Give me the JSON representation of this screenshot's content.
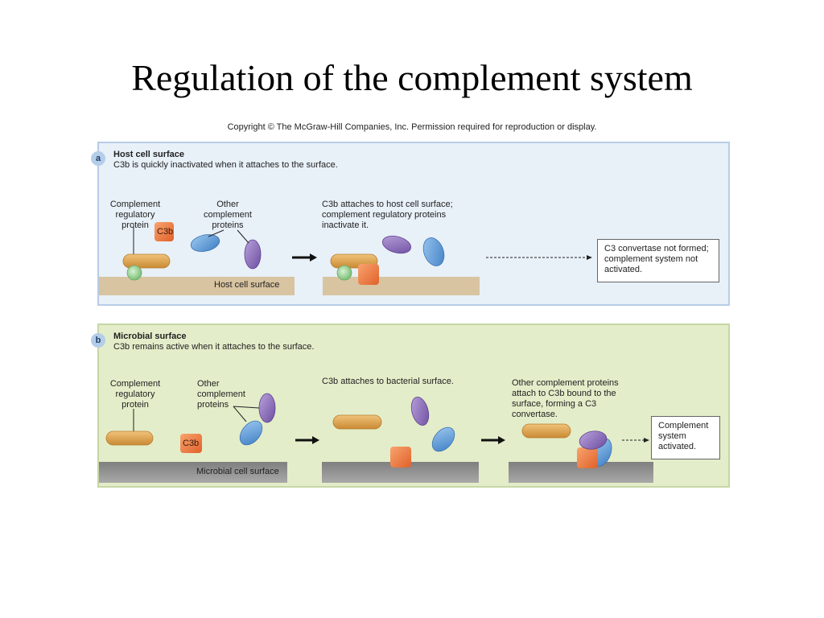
{
  "title": "Regulation of the complement system",
  "copyright": "Copyright © The McGraw-Hill Companies, Inc. Permission required for reproduction or display.",
  "panel_a": {
    "badge": "a",
    "heading": "Host cell surface",
    "subheading": "C3b is quickly inactivated when it attaches to the surface.",
    "label_crp": "Complement regulatory protein",
    "label_c3b": "C3b",
    "label_other": "Other complement proteins",
    "step2_text": "C3b attaches to host cell surface; complement regulatory proteins inactivate it.",
    "result": "C3 convertase not formed; complement system not activated.",
    "surface_label": "Host cell surface",
    "colors": {
      "background": "#e8f0f8",
      "surface": "#d8c4a0"
    }
  },
  "panel_b": {
    "badge": "b",
    "heading": "Microbial surface",
    "subheading": "C3b remains active when it attaches to the surface.",
    "label_crp": "Complement regulatory protein",
    "label_c3b": "C3b",
    "label_other": "Other complement proteins",
    "step2_text": "C3b attaches to bacterial surface.",
    "step3_text": "Other complement proteins attach to C3b bound to the surface, forming a C3 convertase.",
    "result": "Complement system activated.",
    "surface_label": "Microbial cell surface",
    "colors": {
      "background": "#e3edc9",
      "surface": "#9a9a9a"
    }
  },
  "colors": {
    "regulatory_protein": "#d9a24e",
    "c3b": "#ef7a3a",
    "blue_protein": "#5b9bd8",
    "purple_protein": "#8b6bb8",
    "green_protein": "#9ed09a"
  },
  "icons": [
    "regulatory-protein-shape",
    "c3b-shape",
    "blue-protein-shape",
    "purple-protein-shape",
    "arrow-icon",
    "dashed-arrow-icon"
  ]
}
